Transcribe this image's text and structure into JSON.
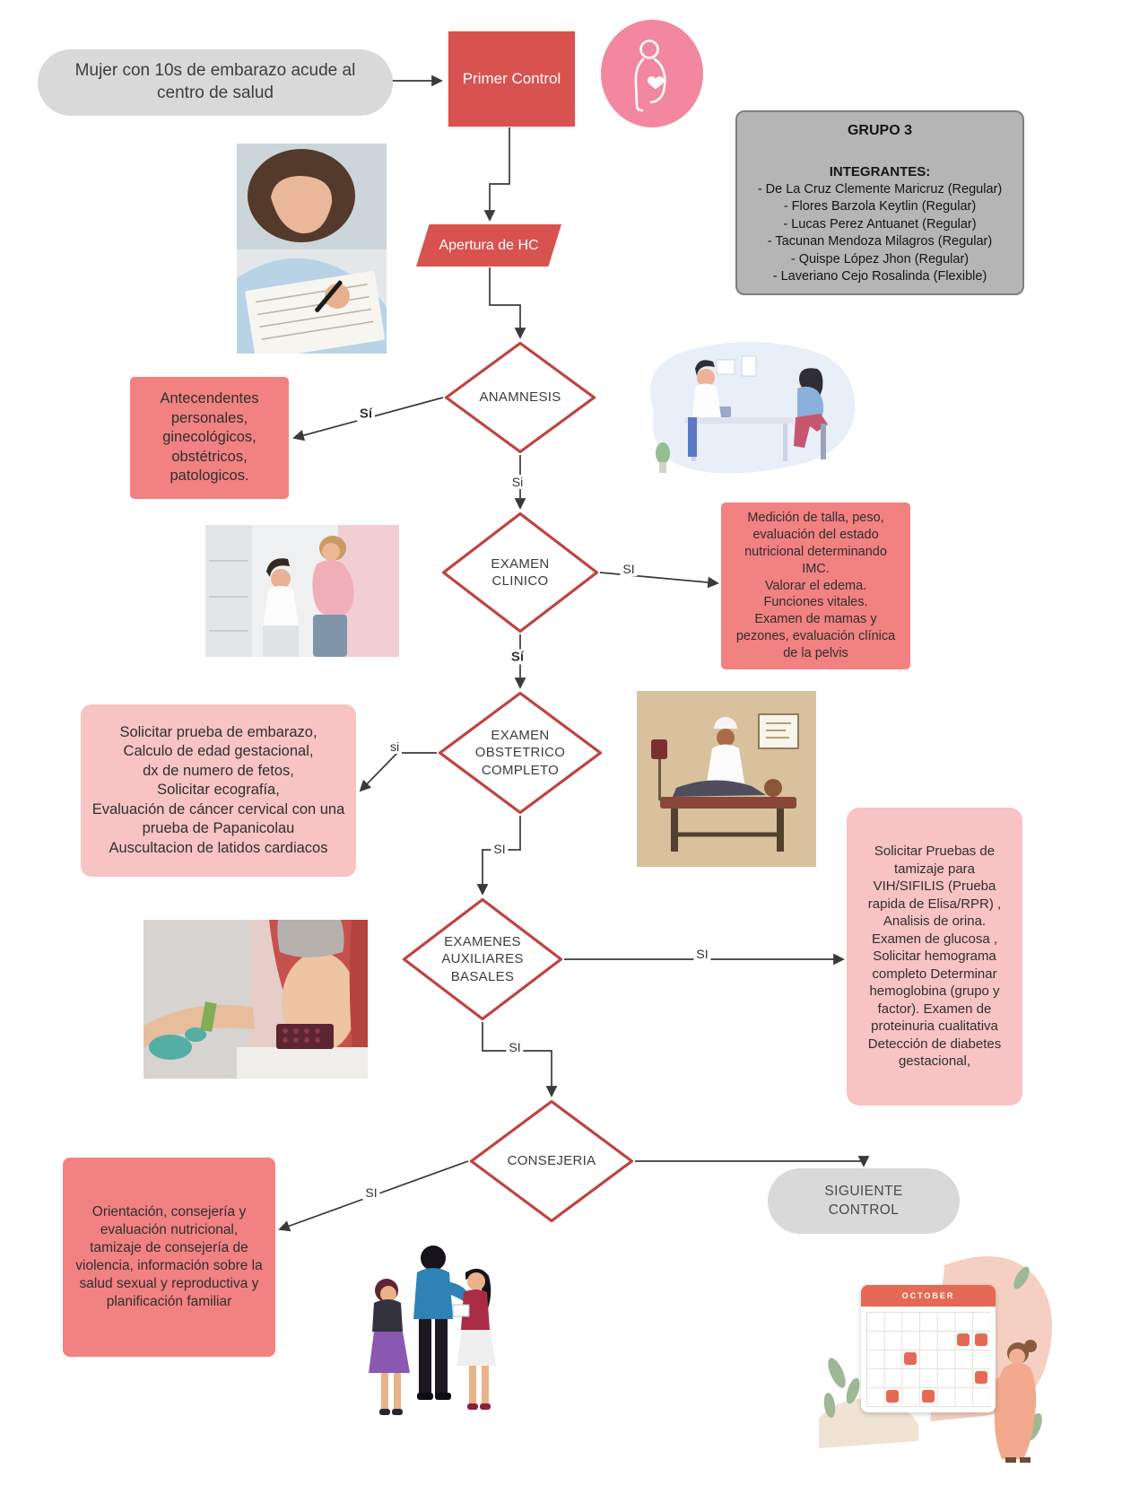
{
  "nodes": {
    "start": "Mujer con 10s de embarazo acude al centro de salud",
    "primer_control": "Primer Control",
    "apertura_hc": "Apertura de HC",
    "anamnesis": "ANAMNESIS",
    "examen_clinico": "EXAMEN CLINICO",
    "examen_obstetrico": "EXAMEN OBSTETRICO COMPLETO",
    "examenes_auxiliares": "EXAMENES AUXILIARES BASALES",
    "consejeria": "CONSEJERIA",
    "siguiente_control": "SIGUIENTE CONTROL"
  },
  "boxes": {
    "antecedentes": "Antecendentes\npersonales,\nginecológicos,\nobstétricos,\npatologicos.",
    "medicion": "Medición de talla, peso, evaluación del estado nutricional determinando IMC.\nValorar el edema.\nFunciones vitales.\nExamen de mamas y pezones, evaluación clínica de la pelvis",
    "solicitar_embarazo": "Solicitar prueba de embarazo,\nCalculo de edad gestacional,\ndx de numero de fetos,\nSolicitar ecografía,\nEvaluación de cáncer cervical con una prueba de Papanicolau\nAuscultacion de latidos cardiacos",
    "pruebas_tamizaje": "Solicitar Pruebas de tamizaje para VIH/SIFILIS (Prueba rapida de Elisa/RPR) , Analisis de orina. Examen de glucosa , Solicitar hemograma completo Determinar hemoglobina (grupo y factor). Examen de proteinuria cualitativa\nDetección de diabetes gestacional,",
    "orientacion": "Orientación, consejería y evaluación nutricional, tamizaje de consejería de violencia, información sobre la salud sexual y reproductiva y planificación familiar"
  },
  "group": {
    "title": "GRUPO 3",
    "subtitle": "INTEGRANTES:",
    "members": [
      "- De La Cruz Clemente Maricruz (Regular)",
      "- Flores Barzola Keytlin (Regular)",
      "- Lucas Perez Antuanet (Regular)",
      "- Tacunan Mendoza Milagros (Regular)",
      "- Quispe López Jhon (Regular)",
      "- Laveriano Cejo Rosalinda (Flexible)"
    ]
  },
  "edge_labels": {
    "anamnesis_to_antecedentes": "Sí",
    "anamnesis_to_clinico": "Si",
    "clinico_to_medicion": "SI",
    "clinico_to_obstetrico": "Sí",
    "obstetrico_to_solicitar": "si",
    "obstetrico_to_auxiliares": "SI",
    "auxiliares_to_pruebas": "SI",
    "auxiliares_to_consejeria": "SI",
    "consejeria_to_orientacion": "SI"
  },
  "calendar": {
    "month": "OCTOBER"
  },
  "icons": {
    "header_badge": "pregnant-woman-icon"
  },
  "colors": {
    "node_red": "#d85250",
    "diamond_border": "#bf4341",
    "box_salmon": "#f28181",
    "box_light_pink": "#f7c3c3",
    "gray_shape": "#d9d9d9",
    "group_bg": "#b5b5b5",
    "circle_pink": "#f2879f",
    "arrow": "#3a3a3a"
  }
}
